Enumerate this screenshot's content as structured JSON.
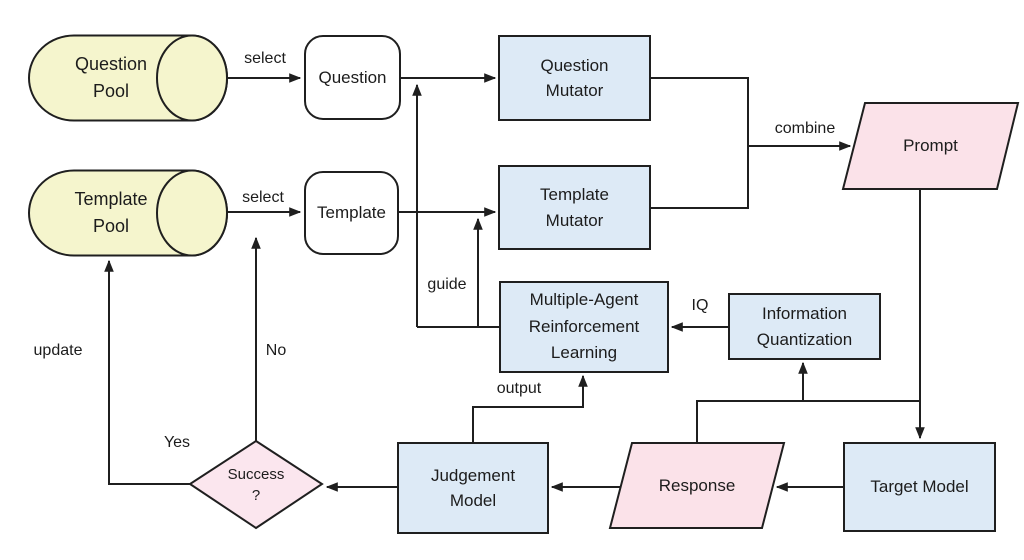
{
  "colors": {
    "pool_fill": "#f5f5cd",
    "process_fill": "#ddeaf6",
    "data_fill": "#fbe2e9",
    "decision_fill": "#fbe6ee",
    "stroke": "#1f1f1f",
    "text": "#1c1c1c",
    "bg": "#ffffff"
  },
  "nodes": {
    "question_pool": {
      "label": "Question\nPool",
      "shape": "cylinder"
    },
    "template_pool": {
      "label": "Template\nPool",
      "shape": "cylinder"
    },
    "question": {
      "label": "Question",
      "shape": "rounded-rect"
    },
    "template": {
      "label": "Template",
      "shape": "rounded-rect"
    },
    "question_mutator": {
      "label": "Question\nMutator",
      "shape": "rect"
    },
    "template_mutator": {
      "label": "Template\nMutator",
      "shape": "rect"
    },
    "prompt": {
      "label": "Prompt",
      "shape": "parallelogram"
    },
    "marl": {
      "label": "Multiple-Agent\nReinforcement\nLearning",
      "shape": "rect"
    },
    "information_quantization": {
      "label": "Information\nQuantization",
      "shape": "rect"
    },
    "judgement_model": {
      "label": "Judgement\nModel",
      "shape": "rect"
    },
    "response": {
      "label": "Response",
      "shape": "parallelogram"
    },
    "target_model": {
      "label": "Target Model",
      "shape": "rect"
    },
    "success": {
      "label": "Success\n?",
      "shape": "diamond"
    }
  },
  "edge_labels": {
    "select_question": "select",
    "select_template": "select",
    "combine": "combine",
    "guide": "guide",
    "iq": "IQ",
    "output": "output",
    "update": "update",
    "no": "No",
    "yes": "Yes"
  }
}
